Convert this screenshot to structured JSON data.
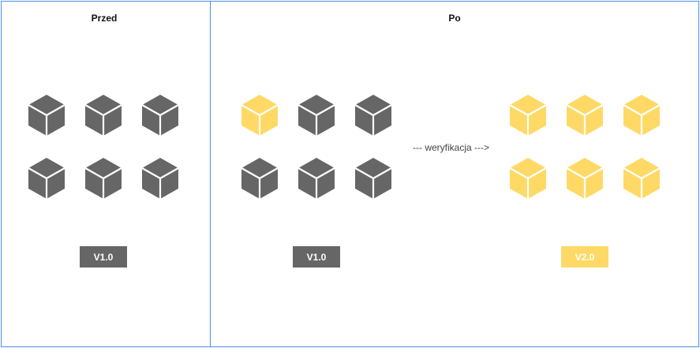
{
  "panels": {
    "before": {
      "title": "Przed",
      "version": "V1.0"
    },
    "after": {
      "title": "Po",
      "version_old": "V1.0",
      "version_new": "V2.0",
      "arrow_label": "--- weryfikacja --->"
    }
  },
  "colors": {
    "old": "#666666",
    "new": "#ffd966",
    "border": "#4a90e2"
  },
  "cubes": {
    "before": [
      "old",
      "old",
      "old",
      "old",
      "old",
      "old"
    ],
    "after_group_1": [
      "new",
      "old",
      "old",
      "old",
      "old",
      "old"
    ],
    "after_group_2": [
      "new",
      "new",
      "new",
      "new",
      "new",
      "new"
    ]
  }
}
